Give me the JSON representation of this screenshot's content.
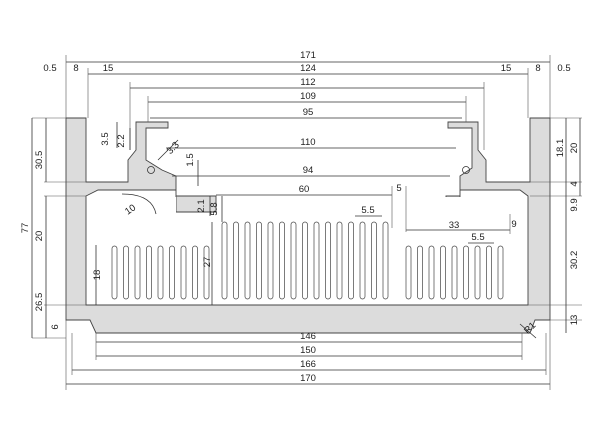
{
  "colors": {
    "profile_fill": "#dcdcdc",
    "profile_stroke": "#444444",
    "dimension_line": "#333333",
    "text": "#222222"
  },
  "labels": {
    "w171": "171",
    "w124": "124",
    "w112": "112",
    "w109": "109",
    "w95": "95",
    "w110": "110",
    "w94": "94",
    "w60": "60",
    "w33": "33",
    "w146": "146",
    "w150": "150",
    "w166": "166",
    "w170": "170",
    "t05l": "0.5",
    "t8l": "8",
    "t15l": "15",
    "t15r": "15",
    "t8r": "8",
    "t05r": "0.5",
    "h35": "3.5",
    "h22": "2.2",
    "h33": "3.3",
    "h15": "1.5",
    "h21": "2.1",
    "h58": "5.8",
    "h27": "27",
    "r10": "10",
    "s5": "5",
    "s55a": "5.5",
    "s55b": "5.5",
    "s9": "9",
    "l305": "30.5",
    "l77": "77",
    "l20": "20",
    "l18": "18",
    "l265": "26.5",
    "l6": "6",
    "r181": "18.1",
    "r20": "20",
    "r4": "4",
    "r99": "9.9",
    "r302": "30.2",
    "r13": "13",
    "r1": "R1"
  }
}
